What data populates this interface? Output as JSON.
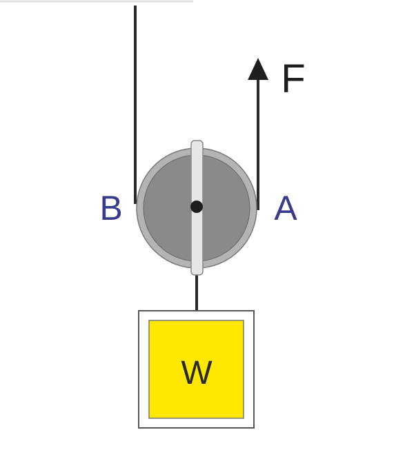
{
  "diagram": {
    "force_label": "F",
    "point_a_label": "A",
    "point_b_label": "B",
    "weight_label": "W",
    "colors": {
      "rope": "#2a2a2a",
      "pulley_rim": "#b4b4b4",
      "pulley_face": "#8a8a8a",
      "axle_bar": "#e6e6e6",
      "label_points": "#3a3a8c",
      "weight_fill": "#ffe800"
    }
  }
}
